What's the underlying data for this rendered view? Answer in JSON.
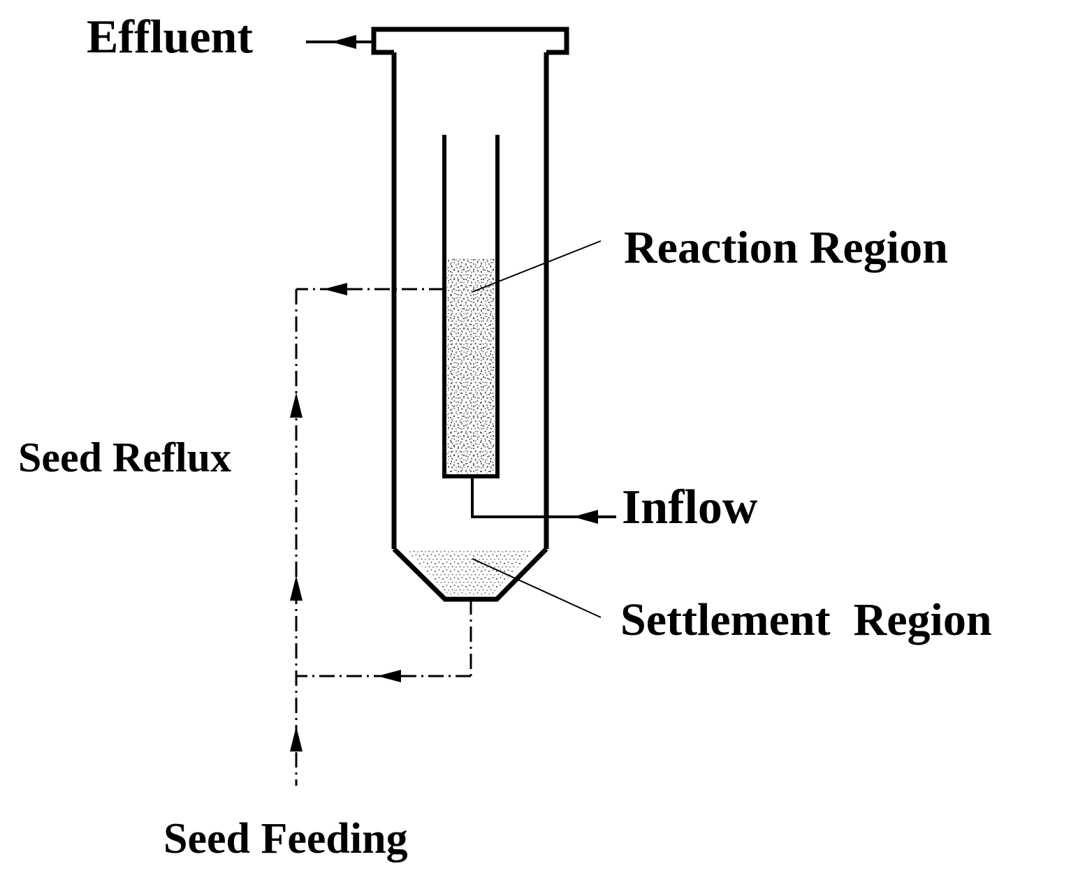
{
  "labels": {
    "effluent": "Effluent",
    "reaction_region": "Reaction Region",
    "seed_reflux": "Seed Reflux",
    "inflow": "Inflow",
    "settlement_region": "Settlement  Region",
    "seed_feeding": "Seed Feeding"
  },
  "colors": {
    "stroke": "#000000",
    "background": "#ffffff",
    "particles": "#555555"
  }
}
